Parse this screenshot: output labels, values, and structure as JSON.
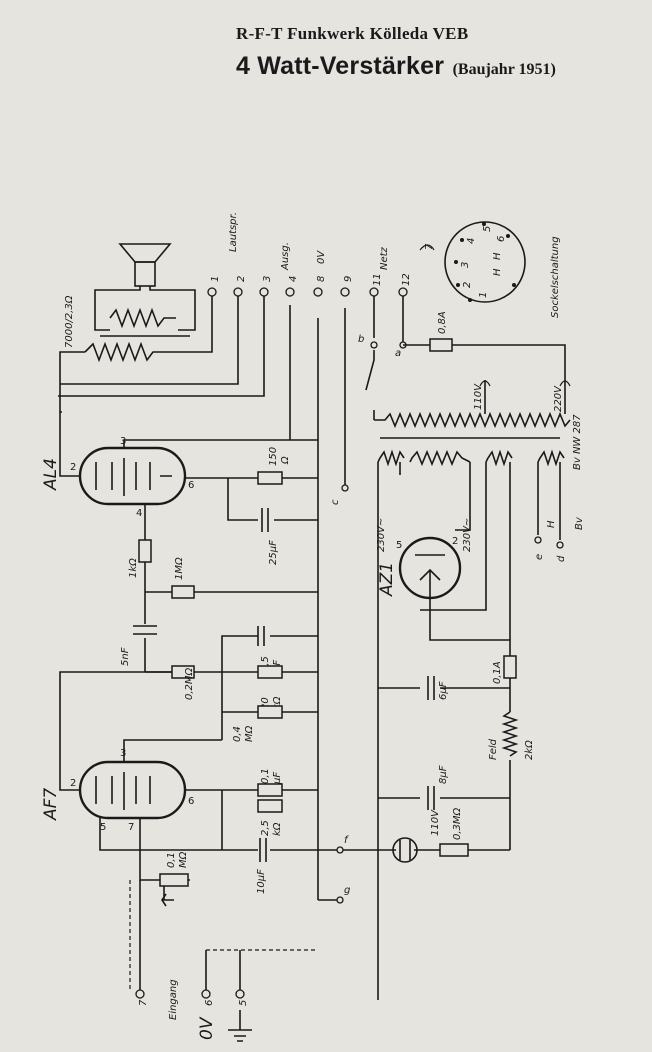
{
  "header": {
    "line1": "R-F-T Funkwerk Kölleda VEB",
    "title": "4 Watt-Verstärker",
    "year": "(Baujahr 1951)"
  },
  "terminals": {
    "t1": "1",
    "t1_label": "Lautspr.",
    "t2": "2",
    "t3": "3",
    "t3_label": "Ausg.",
    "t4": "4",
    "t8": "8",
    "t8_label": "0V",
    "t9": "9",
    "t11": "11",
    "t11_label": "Netz",
    "t12": "12",
    "in7": "7",
    "in6": "6",
    "in5": "5",
    "in_label": "Eingang",
    "in_0v": "0V"
  },
  "components": {
    "speaker_transformer": "7000/2,3Ω",
    "tube_output": "AL4",
    "tube_pre": "AF7",
    "tube_rect": "AZ1",
    "rect_v_left": "230V~",
    "rect_v_right": "230V~",
    "mains_transformer": "Bv NW 287",
    "tap_110": "110V",
    "tap_220": "220V",
    "fuse_main": "0,8A",
    "fuse_ht": "0,1A",
    "field_coil": "Feld",
    "field_value": "2kΩ",
    "r_150": "150",
    "r_150_unit": "Ω",
    "c_25": "25μF",
    "r_1k": "1kΩ",
    "r_1M": "1MΩ",
    "c_5n": "5nF",
    "r_02M": "0,2MΩ",
    "c_05": "0,5",
    "c_05_unit": "μF",
    "r_20k": "20",
    "r_20k_unit": "kΩ",
    "r_04M": "0,4",
    "r_04M_unit": "MΩ",
    "c_01": "0,1",
    "c_01_unit": "μF",
    "r_25k": "2,5",
    "r_25k_unit": "kΩ",
    "c_10": "10μF",
    "pot": "0,1",
    "pot_unit": "MΩ",
    "c_6": "6μF",
    "c_8": "8μF",
    "r_03M": "0,3MΩ",
    "lamp": "110V",
    "heater_H": "H"
  },
  "nodes": {
    "a": "a",
    "b": "b",
    "c": "c",
    "d": "d",
    "e": "e",
    "f": "f",
    "g": "g"
  },
  "pins": {
    "al4_2": "2",
    "al4_3": "3",
    "al4_4": "4",
    "al4_6": "6",
    "af7_2": "2",
    "af7_3": "3",
    "af7_5": "5",
    "af7_6": "6",
    "af7_7": "7",
    "az1_5": "5",
    "az1_2": "2"
  },
  "socket": {
    "title": "Sockelschaltung",
    "p1": "1",
    "p2": "2",
    "p3": "3",
    "p4": "4",
    "p5": "5",
    "p6": "6",
    "p7": "7",
    "h1": "H",
    "h2": "H"
  }
}
